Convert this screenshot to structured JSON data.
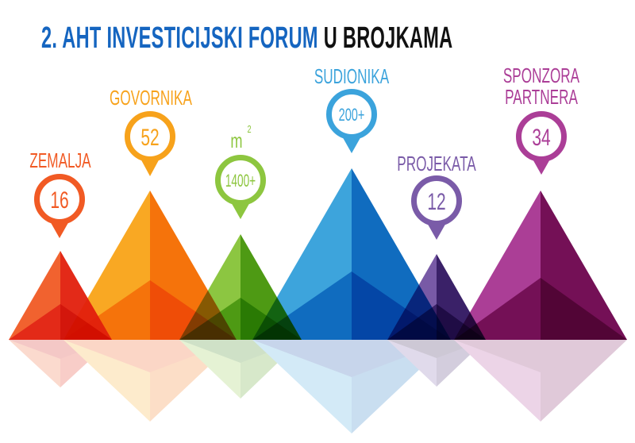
{
  "title": {
    "part1": "2. AHT INVESTICIJSKI FORUM",
    "part2": "U BROJKAMA",
    "colors": {
      "part1": "#1565c0",
      "part2": "#111111"
    }
  },
  "stats": [
    {
      "label": "ZEMALJA",
      "value": "16",
      "color": "#f15a24"
    },
    {
      "label": "GOVORNIKA",
      "value": "52",
      "color": "#f7a21b"
    },
    {
      "label": "m",
      "label_sup": "2",
      "value": "1400+",
      "color": "#8dc63f"
    },
    {
      "label": "SUDIONIKA",
      "value": "200+",
      "color": "#3ba3dc"
    },
    {
      "label": "PROJEKATA",
      "value": "12",
      "color": "#7a5ba8"
    },
    {
      "label": "SPONZORA",
      "label_line2": "PARTNERA",
      "value": "34",
      "color": "#ab3e97"
    }
  ],
  "pyramid_colors": {
    "red": {
      "left": "#f15a24",
      "right": "#e21f0c",
      "bottom_left": "#e21f0c",
      "bottom_right": "#d10a00"
    },
    "orange": {
      "left": "#f9a61c",
      "right": "#f56f04",
      "bottom_left": "#f56f04",
      "bottom_right": "#ef4800"
    },
    "green": {
      "left": "#8cc641",
      "right": "#4e9a14",
      "bottom_left": "#4e9a14",
      "bottom_right": "#2a7a04"
    },
    "blue": {
      "left": "#3da4dc",
      "right": "#106cbf",
      "bottom_left": "#106cbf",
      "bottom_right": "#0446a6"
    },
    "purple": {
      "left": "#785aa6",
      "right": "#3a2168",
      "bottom_left": "#3a2168",
      "bottom_right": "#1f0c45"
    },
    "magenta": {
      "left": "#ab3e96",
      "right": "#741056",
      "bottom_left": "#741056",
      "bottom_right": "#520536"
    }
  }
}
